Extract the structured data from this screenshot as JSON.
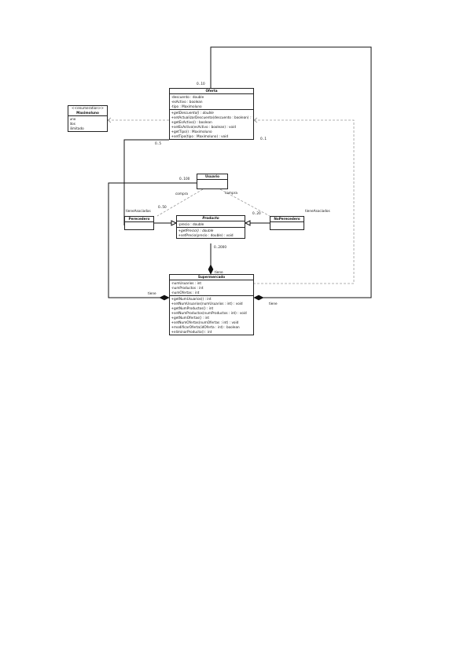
{
  "classes": {
    "oferta": {
      "name": "Oferta",
      "attributes": [
        "-descuento : double",
        "-esActivo : boolean",
        "-tipo : Maximoluno"
      ],
      "methods": [
        "+getDescuento() : double",
        "+setActualizarDescuento(descuento : boolean) : void",
        "+getEsActivo() : boolean",
        "+setEsActivo(esActivo : boolean) : void",
        "+getTipo() : Maximoluno",
        "+setTipo(tipo : Maximoluno) : void"
      ]
    },
    "enumeration": {
      "stereotype": "<<enumeration>>",
      "name": "Maximoluno",
      "literals": [
        "uno",
        "dos",
        "ilimitado"
      ]
    },
    "usuario": {
      "name": "Usuario"
    },
    "perecedero": {
      "name": "Perecedero"
    },
    "producto": {
      "name": "Producto",
      "attributes": [
        "-precio : double"
      ],
      "methods": [
        "+getPrecio() : double",
        "+setPrecio(precio : double) : void"
      ]
    },
    "noperecedero": {
      "name": "NoPerecedero"
    },
    "supermercado": {
      "name": "Supermercado",
      "attributes": [
        "-numUsuarios : int",
        "-numProductos : int",
        "-numOfertas : int"
      ],
      "methods": [
        "+getNumUsuarios() : int",
        "+setNumUsuarios(numUsuarios : int) : void",
        "+getNumProductos() : int",
        "+setNumProductos(numProductos : int) : void",
        "+getNumOfertas() : int",
        "+setNumOfertas(numOfertas : int) : void",
        "+modificarOferta(idOferta : int) : boolean",
        "+eliminarProducto() : int"
      ]
    }
  },
  "labels": {
    "mult_oferta_top": "0..10",
    "mult_oferta_left": "0..5",
    "mult_oferta_right": "0..1",
    "mult_usuario": "0..100",
    "compra_left": "compra",
    "compra_right": "compra",
    "tieneAsociadas_left": "tieneAsociadas",
    "tieneAsociadas_right": "tieneAsociados",
    "mult_perecedero": "0..50",
    "mult_noperecedero": "0..20",
    "mult_producto": "0..2000",
    "tiene_top": "tiene",
    "tiene_left": "tiene",
    "tiene_right": "tiene"
  }
}
